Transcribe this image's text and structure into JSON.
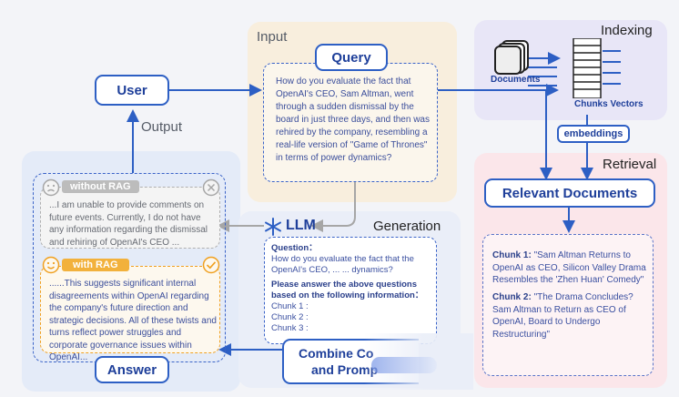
{
  "regions": {
    "input": "Input",
    "output": "Output",
    "indexing": "Indexing",
    "retrieval": "Retrieval",
    "generation": "Generation"
  },
  "nodes": {
    "user": "User",
    "query": "Query",
    "documents": "Documents",
    "chunks_vectors": "Chunks Vectors",
    "embeddings": "embeddings",
    "relevant_documents": "Relevant Documents",
    "llm": "LLM",
    "answer": "Answer",
    "combine_line1": "Combine Co",
    "combine_line2": "and Promp"
  },
  "query_text": "How do you evaluate the fact that OpenAI's CEO, Sam Altman, went through a sudden dismissal by the board in just three days, and then was rehired by the company, resembling a real-life version of \"Game of Thrones\" in terms of power dynamics?",
  "without_rag": {
    "label": "without RAG",
    "text": "...I am unable to provide comments on future events. Currently, I do not have any information regarding the dismissal and rehiring of OpenAI's CEO ..."
  },
  "with_rag": {
    "label": "with RAG",
    "text": "......This suggests significant internal disagreements within OpenAI regarding the company's future direction and strategic decisions. All of these twists and turns reflect power struggles and corporate governance issues within OpenAI..."
  },
  "prompt": {
    "question_label": "Question：",
    "question_text": "How do you evaluate the fact that the OpenAI's CEO, ... ... dynamics?",
    "instruction": "Please answer the above questions based on the following information：",
    "chunks": [
      "Chunk 1 :",
      "Chunk 2 :",
      "Chunk 3 :"
    ]
  },
  "retrieved": [
    {
      "label": "Chunk 1:",
      "text": "\"Sam Altman Returns to OpenAI as CEO, Silicon Valley Drama Resembles the 'Zhen Huan' Comedy\""
    },
    {
      "label": "Chunk 2:",
      "text": "\"The Drama Concludes? Sam Altman to Return as CEO of OpenAI, Board to Undergo Restructuring\""
    }
  ],
  "colors": {
    "blue": "#2d5fc4",
    "input_bg": "#f8eedd",
    "indexing_bg": "#e8e6f7",
    "retrieval_bg": "#fbe6ea",
    "output_bg": "#e4ebf8",
    "orange": "#f0a020",
    "gray": "#a6a6a6"
  },
  "icons": [
    "sad-face-icon",
    "close-circle-icon",
    "smile-face-icon",
    "check-circle-icon",
    "snowflake-icon",
    "documents-stack-icon",
    "vector-blocks-icon"
  ]
}
